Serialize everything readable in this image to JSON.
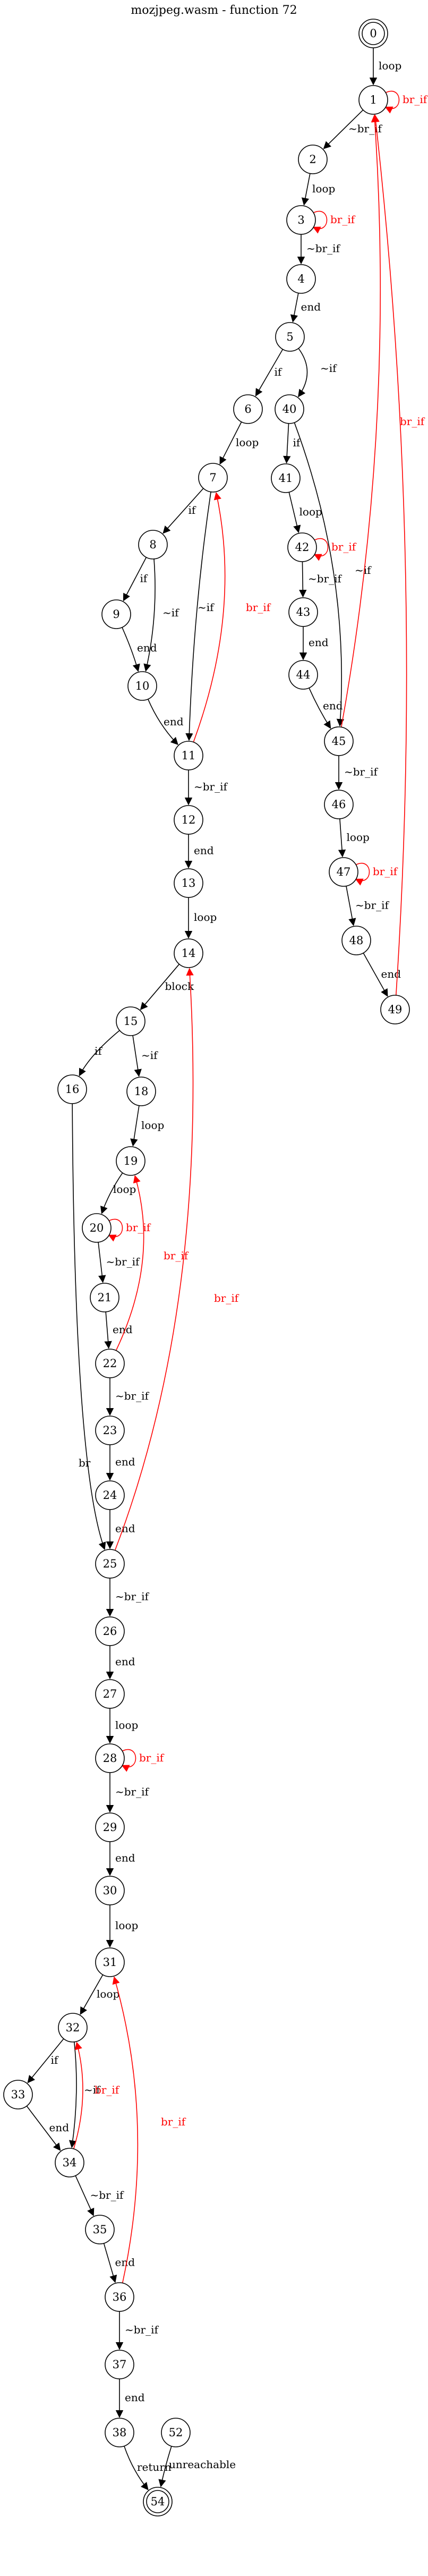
{
  "title": "mozjpeg.wasm - function 72",
  "colors": {
    "normal": "#000000",
    "back": "#ff0000"
  },
  "nodes": [
    {
      "id": "0",
      "terminal": true
    },
    {
      "id": "1"
    },
    {
      "id": "2"
    },
    {
      "id": "3"
    },
    {
      "id": "4"
    },
    {
      "id": "5"
    },
    {
      "id": "6"
    },
    {
      "id": "7"
    },
    {
      "id": "8"
    },
    {
      "id": "9"
    },
    {
      "id": "10"
    },
    {
      "id": "11"
    },
    {
      "id": "12"
    },
    {
      "id": "13"
    },
    {
      "id": "14"
    },
    {
      "id": "15"
    },
    {
      "id": "16"
    },
    {
      "id": "18"
    },
    {
      "id": "19"
    },
    {
      "id": "20"
    },
    {
      "id": "21"
    },
    {
      "id": "22"
    },
    {
      "id": "23"
    },
    {
      "id": "24"
    },
    {
      "id": "25"
    },
    {
      "id": "26"
    },
    {
      "id": "27"
    },
    {
      "id": "28"
    },
    {
      "id": "29"
    },
    {
      "id": "30"
    },
    {
      "id": "31"
    },
    {
      "id": "32"
    },
    {
      "id": "33"
    },
    {
      "id": "34"
    },
    {
      "id": "35"
    },
    {
      "id": "36"
    },
    {
      "id": "37"
    },
    {
      "id": "38"
    },
    {
      "id": "40"
    },
    {
      "id": "41"
    },
    {
      "id": "42"
    },
    {
      "id": "43"
    },
    {
      "id": "44"
    },
    {
      "id": "45"
    },
    {
      "id": "46"
    },
    {
      "id": "47"
    },
    {
      "id": "48"
    },
    {
      "id": "49"
    },
    {
      "id": "52"
    },
    {
      "id": "54",
      "terminal": true
    }
  ],
  "edges": [
    {
      "from": "0",
      "to": "1",
      "label": "loop"
    },
    {
      "from": "1",
      "to": "1",
      "label": "br_if",
      "back": true
    },
    {
      "from": "1",
      "to": "2",
      "label": "~br_if"
    },
    {
      "from": "2",
      "to": "3",
      "label": "loop"
    },
    {
      "from": "3",
      "to": "3",
      "label": "br_if",
      "back": true
    },
    {
      "from": "3",
      "to": "4",
      "label": "~br_if"
    },
    {
      "from": "4",
      "to": "5",
      "label": "end"
    },
    {
      "from": "5",
      "to": "6",
      "label": "if"
    },
    {
      "from": "5",
      "to": "40",
      "label": "~if"
    },
    {
      "from": "6",
      "to": "7",
      "label": "loop"
    },
    {
      "from": "7",
      "to": "8",
      "label": "if"
    },
    {
      "from": "7",
      "to": "11",
      "label": "~if"
    },
    {
      "from": "8",
      "to": "9",
      "label": "if"
    },
    {
      "from": "8",
      "to": "10",
      "label": "~if"
    },
    {
      "from": "9",
      "to": "10",
      "label": "end"
    },
    {
      "from": "10",
      "to": "11",
      "label": "end"
    },
    {
      "from": "11",
      "to": "7",
      "label": "br_if",
      "back": true
    },
    {
      "from": "11",
      "to": "12",
      "label": "~br_if"
    },
    {
      "from": "12",
      "to": "13",
      "label": "end"
    },
    {
      "from": "13",
      "to": "14",
      "label": "loop"
    },
    {
      "from": "14",
      "to": "15",
      "label": "block"
    },
    {
      "from": "15",
      "to": "16",
      "label": "if"
    },
    {
      "from": "15",
      "to": "18",
      "label": "~if"
    },
    {
      "from": "16",
      "to": "25",
      "label": "br"
    },
    {
      "from": "18",
      "to": "19",
      "label": "loop"
    },
    {
      "from": "19",
      "to": "20",
      "label": "loop"
    },
    {
      "from": "20",
      "to": "20",
      "label": "br_if",
      "back": true
    },
    {
      "from": "20",
      "to": "21",
      "label": "~br_if"
    },
    {
      "from": "21",
      "to": "22",
      "label": "end"
    },
    {
      "from": "22",
      "to": "19",
      "label": "br_if",
      "back": true
    },
    {
      "from": "22",
      "to": "23",
      "label": "~br_if"
    },
    {
      "from": "23",
      "to": "24",
      "label": "end"
    },
    {
      "from": "24",
      "to": "25",
      "label": "end"
    },
    {
      "from": "25",
      "to": "14",
      "label": "br_if",
      "back": true
    },
    {
      "from": "25",
      "to": "26",
      "label": "~br_if"
    },
    {
      "from": "26",
      "to": "27",
      "label": "end"
    },
    {
      "from": "27",
      "to": "28",
      "label": "loop"
    },
    {
      "from": "28",
      "to": "28",
      "label": "br_if",
      "back": true
    },
    {
      "from": "28",
      "to": "29",
      "label": "~br_if"
    },
    {
      "from": "29",
      "to": "30",
      "label": "end"
    },
    {
      "from": "30",
      "to": "31",
      "label": "loop"
    },
    {
      "from": "31",
      "to": "32",
      "label": "loop"
    },
    {
      "from": "32",
      "to": "33",
      "label": "if"
    },
    {
      "from": "32",
      "to": "34",
      "label": "~if"
    },
    {
      "from": "33",
      "to": "34",
      "label": "end"
    },
    {
      "from": "34",
      "to": "32",
      "label": "br_if",
      "back": true
    },
    {
      "from": "34",
      "to": "35",
      "label": "~br_if"
    },
    {
      "from": "35",
      "to": "36",
      "label": "end"
    },
    {
      "from": "36",
      "to": "31",
      "label": "br_if",
      "back": true
    },
    {
      "from": "36",
      "to": "37",
      "label": "~br_if"
    },
    {
      "from": "37",
      "to": "38",
      "label": "end"
    },
    {
      "from": "38",
      "to": "54",
      "label": "return"
    },
    {
      "from": "40",
      "to": "41",
      "label": "if"
    },
    {
      "from": "40",
      "to": "45",
      "label": "~if"
    },
    {
      "from": "41",
      "to": "42",
      "label": "loop"
    },
    {
      "from": "42",
      "to": "42",
      "label": "br_if",
      "back": true
    },
    {
      "from": "42",
      "to": "43",
      "label": "~br_if"
    },
    {
      "from": "43",
      "to": "44",
      "label": "end"
    },
    {
      "from": "44",
      "to": "45",
      "label": "end"
    },
    {
      "from": "45",
      "to": "1",
      "label": "br_if",
      "back": true
    },
    {
      "from": "45",
      "to": "46",
      "label": "~br_if"
    },
    {
      "from": "46",
      "to": "47",
      "label": "loop"
    },
    {
      "from": "47",
      "to": "47",
      "label": "br_if",
      "back": true
    },
    {
      "from": "47",
      "to": "48",
      "label": "~br_if"
    },
    {
      "from": "48",
      "to": "49",
      "label": "end"
    },
    {
      "from": "49",
      "to": "1",
      "label": "br",
      "back": true
    },
    {
      "from": "52",
      "to": "54",
      "label": "unreachable"
    }
  ]
}
